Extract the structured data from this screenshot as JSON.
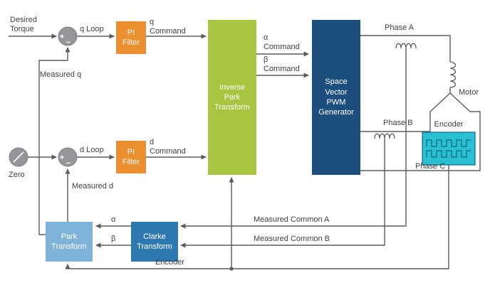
{
  "colors": {
    "line": "#595d60",
    "text": "#3e4245",
    "orange": "#EC8F2E",
    "green": "#A7C540",
    "dark_blue": "#1C4E7E",
    "light_blue": "#7FB2D8",
    "mid_blue": "#2F79B3",
    "cyan": "#2BBFD4",
    "cyan_dark": "#0B6B7D",
    "gray_node": "#949699",
    "node_stroke": "#7e8083"
  },
  "blocks": {
    "pi_filter_q": {
      "label": "PI\nFilter"
    },
    "pi_filter_d": {
      "label": "PI\nFilter"
    },
    "inverse_park": {
      "label": "Inverse\nPark\nTransform"
    },
    "svpwm": {
      "label": "Space\nVector\nPWM\nGenerator"
    },
    "park": {
      "label": "Park\nTransform"
    },
    "clarke": {
      "label": "Clarke\nTransform"
    }
  },
  "labels": {
    "desired_torque": "Desired\nTorque",
    "q_loop": "q Loop",
    "q_command": "q\nCommand",
    "measured_q": "Measured q",
    "zero": "Zero",
    "d_loop": "d Loop",
    "d_command": "d\nCommand",
    "measured_d": "Measured d",
    "alpha_command": "α\nCommand",
    "beta_command": "β\nCommand",
    "phase_a": "Phase A",
    "phase_b": "Phase B",
    "phase_c": "Phase C",
    "motor": "Motor",
    "encoder": "Encoder",
    "encoder_feedback": "Encoder",
    "alpha": "α",
    "beta": "β",
    "measured_common_a": "Measured Common A",
    "measured_common_b": "Measured Common B",
    "plus": "+",
    "minus": "−"
  }
}
